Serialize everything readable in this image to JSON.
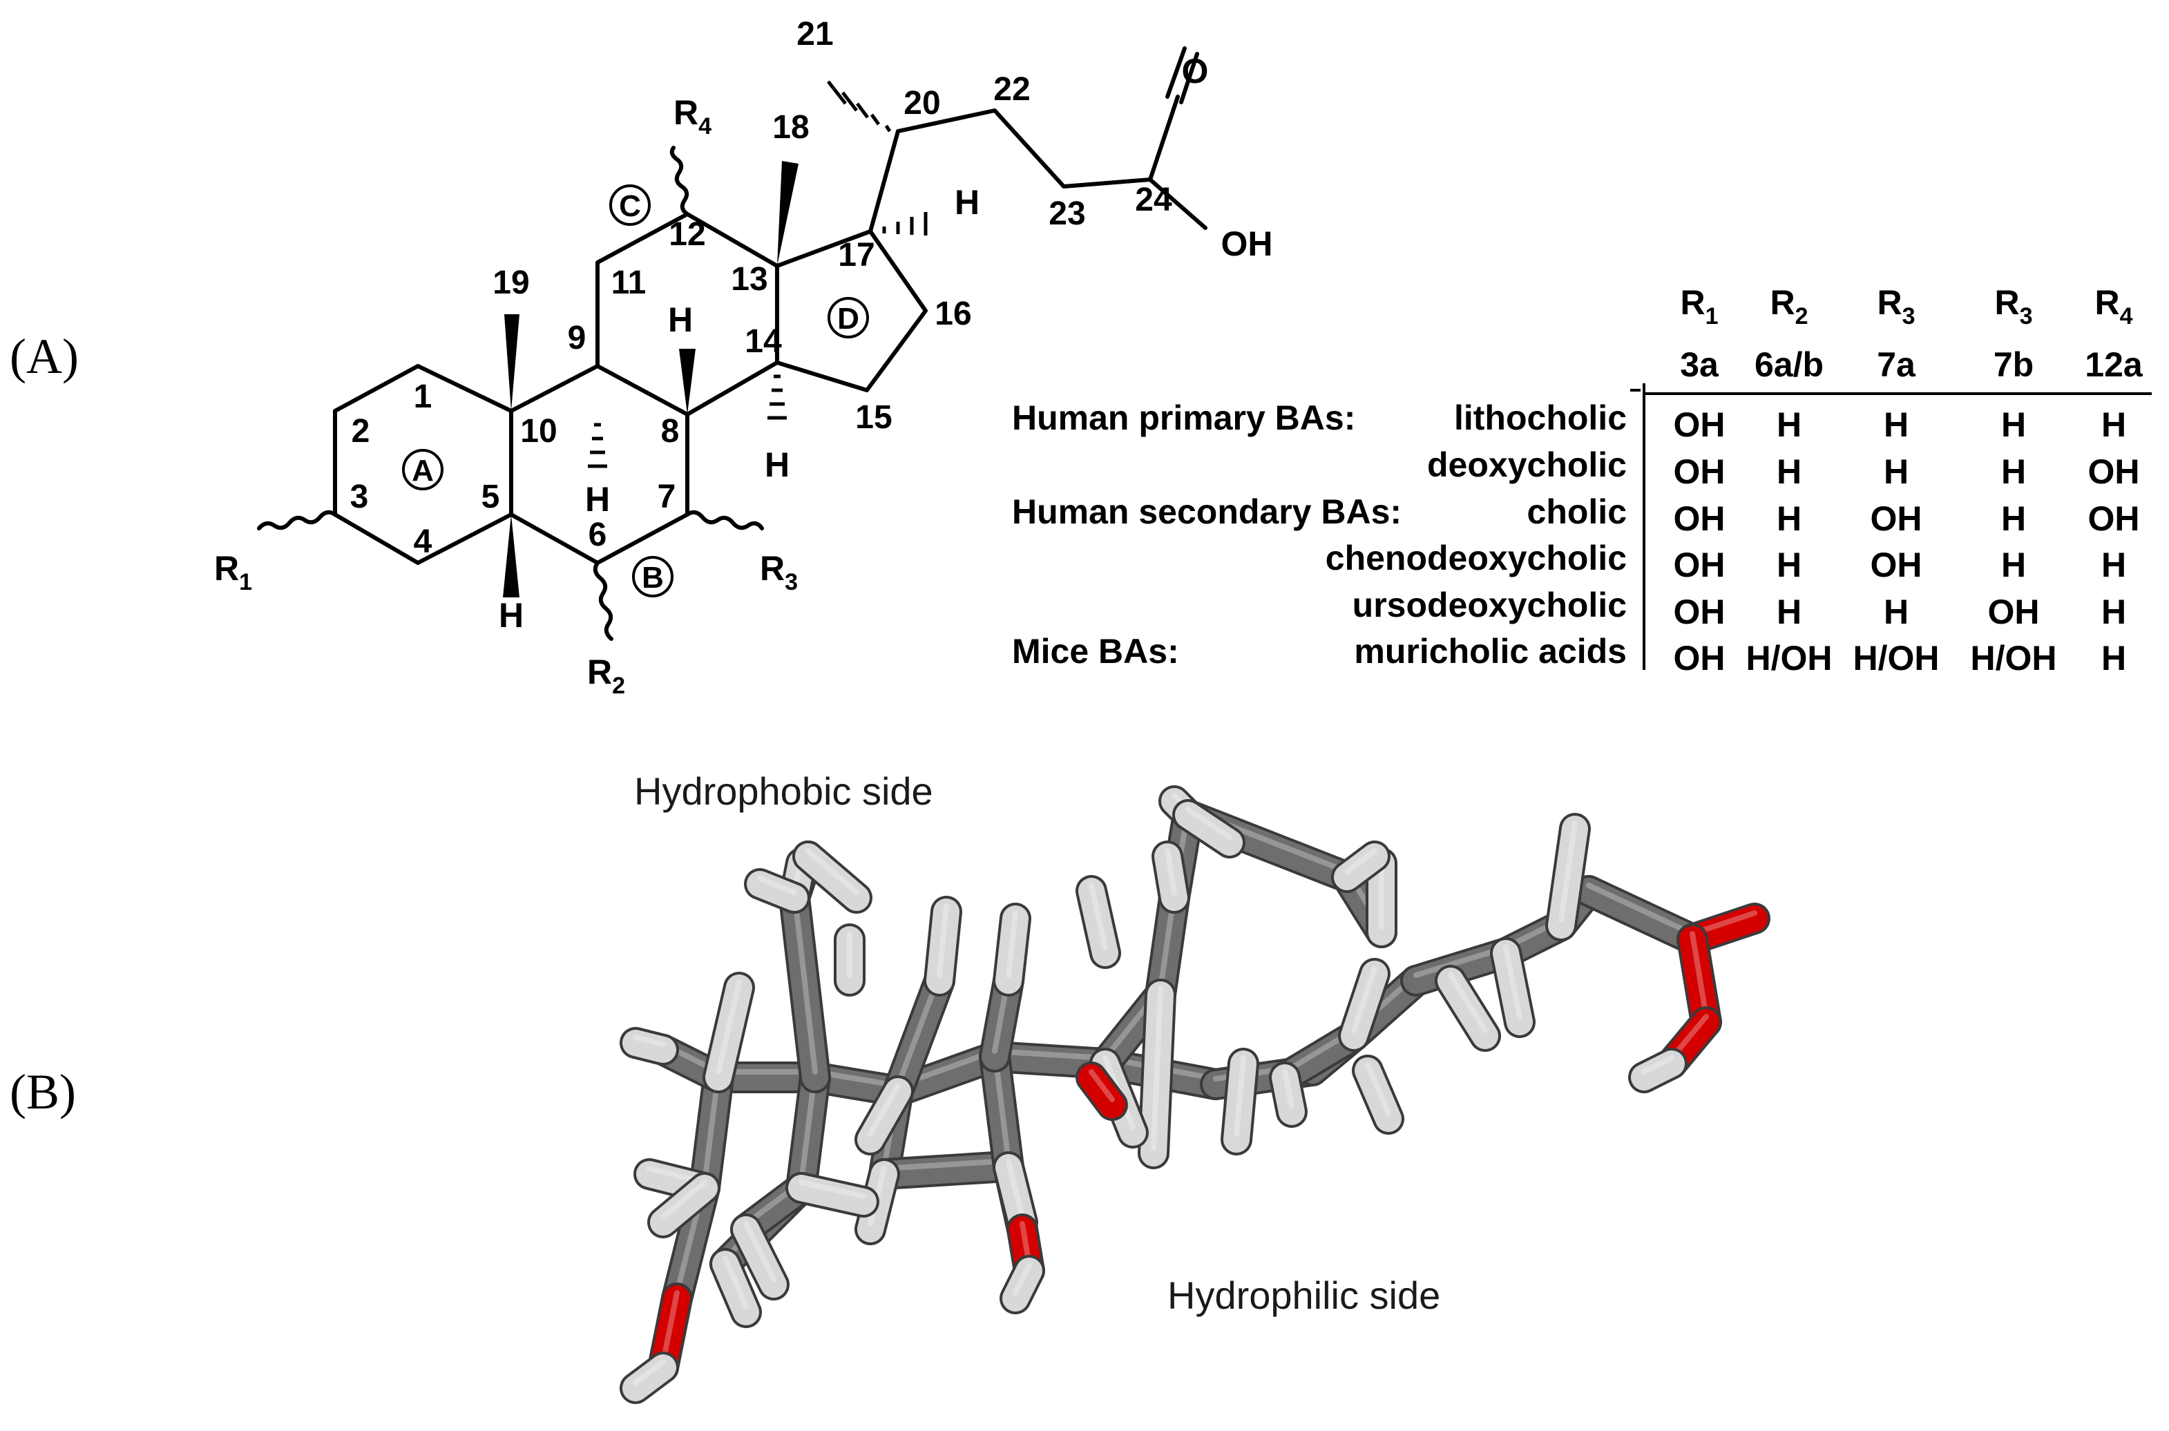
{
  "panels": {
    "a_label": "(A)",
    "b_label": "(B)"
  },
  "structure": {
    "atoms": [
      "1",
      "2",
      "3",
      "4",
      "5",
      "6",
      "7",
      "8",
      "9",
      "10",
      "11",
      "12",
      "13",
      "14",
      "15",
      "16",
      "17",
      "18",
      "19",
      "20",
      "21",
      "22",
      "23",
      "24"
    ],
    "rings": [
      "A",
      "B",
      "C",
      "D"
    ],
    "hydrogen": "H",
    "carbonyl_o": "O",
    "hydroxyl": "OH",
    "substituents": {
      "r1": {
        "main": "R",
        "sub": "1"
      },
      "r2": {
        "main": "R",
        "sub": "2"
      },
      "r3": {
        "main": "R",
        "sub": "3"
      },
      "r4": {
        "main": "R",
        "sub": "4"
      }
    }
  },
  "table": {
    "columns": [
      {
        "main": "R",
        "sub": "1",
        "pos": "3a"
      },
      {
        "main": "R",
        "sub": "2",
        "pos": "6a/b"
      },
      {
        "main": "R",
        "sub": "3",
        "pos": "7a"
      },
      {
        "main": "R",
        "sub": "3",
        "pos": "7b"
      },
      {
        "main": "R",
        "sub": "4",
        "pos": "12a"
      }
    ],
    "rows": [
      {
        "group": "Human primary BAs:",
        "name": "lithocholic",
        "values": [
          "OH",
          "H",
          "H",
          "H",
          "H"
        ]
      },
      {
        "group": "",
        "name": "deoxycholic",
        "values": [
          "OH",
          "H",
          "H",
          "H",
          "OH"
        ]
      },
      {
        "group": "Human secondary BAs:",
        "name": "cholic",
        "values": [
          "OH",
          "H",
          "OH",
          "H",
          "OH"
        ]
      },
      {
        "group": "",
        "name": "chenodeoxycholic",
        "values": [
          "OH",
          "H",
          "OH",
          "H",
          "H"
        ]
      },
      {
        "group": "",
        "name": "ursodeoxycholic",
        "values": [
          "OH",
          "H",
          "H",
          "OH",
          "H"
        ]
      },
      {
        "group": "Mice BAs:",
        "name": "muricholic acids",
        "values": [
          "OH",
          "H/OH",
          "H/OH",
          "H/OH",
          "H"
        ]
      }
    ]
  },
  "model": {
    "top_label": "Hydrophobic side",
    "bottom_label": "Hydrophilic side",
    "colors": {
      "carbon": "#6e6e6e",
      "carbon_light": "#9a9a9a",
      "hydrogen": "#d8d8d8",
      "oxygen": "#d40000"
    }
  }
}
